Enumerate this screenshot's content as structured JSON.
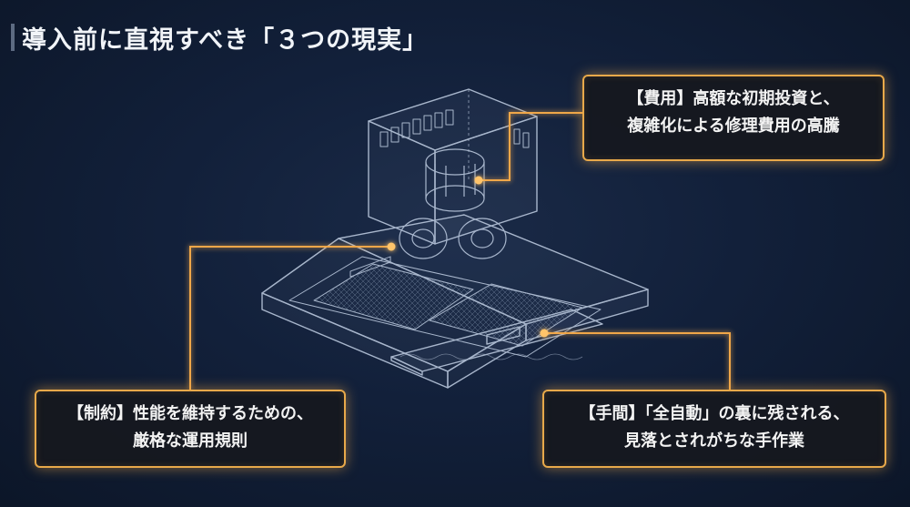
{
  "header": {
    "title": "導入前に直視すべき「３つの現実」"
  },
  "colors": {
    "background": "#0f1b30",
    "accent": "#e8a94a",
    "wireframe": "#b9c7dc",
    "callout_fill": "#16181e"
  },
  "callouts": [
    {
      "tag": "【費用】",
      "line1": "高額な初期投資と、",
      "line2": "複雑化による修理費用の高騰"
    },
    {
      "tag": "【制約】",
      "line1": "性能を維持するための、",
      "line2": "厳格な運用規則"
    },
    {
      "tag": "【手間】",
      "line1": "「全自動」の裏に残される、",
      "line2": "見落とされがちな手作業"
    }
  ],
  "illustration": {
    "subject": "range-hood-wireframe"
  }
}
